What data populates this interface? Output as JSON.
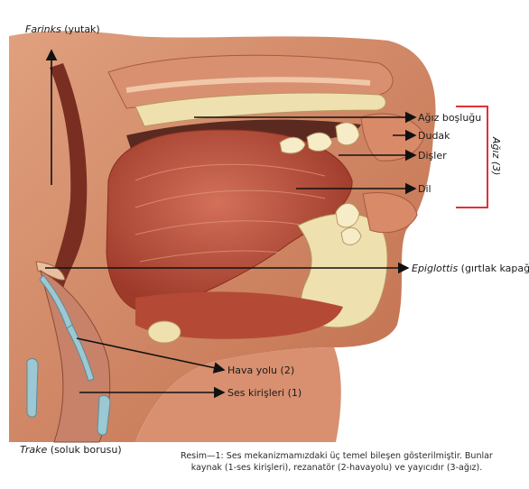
{
  "labels": {
    "farinks_name": "Farinks",
    "farinks_gloss": " (yutak)",
    "agiz_boslugu": "Ağız boşluğu",
    "dudak": "Dudak",
    "disler": "Dişler",
    "dil": "Dil",
    "agiz_group": "Ağız (3)",
    "epiglottis_name": "Epiglottis",
    "epiglottis_gloss": " (gırtlak kapağı)",
    "hava_yolu": "Hava yolu (2)",
    "ses_kirisleri": "Ses kirişleri (1)",
    "trake_name": "Trake",
    "trake_gloss": " (soluk borusu)"
  },
  "caption": {
    "line1": "Resim—1: Ses mekanizmamızdaki üç temel bileşen gösterilmiştir. Bunlar",
    "line2": "kaynak (1-ses kirişleri), rezanatör (2-havayolu) ve yayıcıdır (3-ağız)."
  },
  "colors": {
    "arrow": "#111111",
    "bracket": "#e0303a",
    "tissue": "#c97a55",
    "muscle": "#b8523a",
    "bone": "#efe0b0",
    "cavity": "#5a2a20"
  }
}
